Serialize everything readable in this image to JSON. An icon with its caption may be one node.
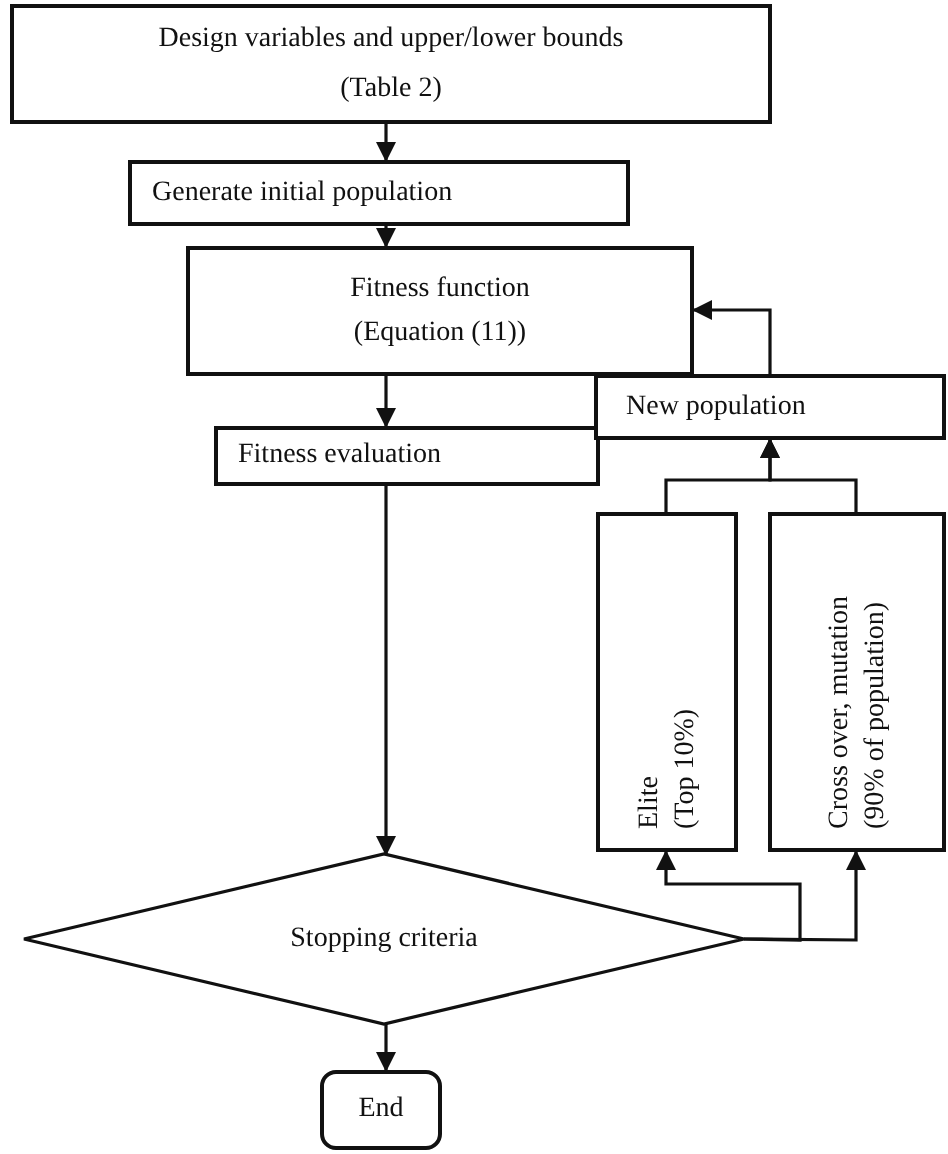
{
  "diagram": {
    "nodes": [
      {
        "text": [
          "Design variables and upper/lower bounds",
          "(Table 2)"
        ]
      },
      {
        "text": [
          "Generate initial population"
        ]
      },
      {
        "text": [
          "Fitness function",
          "(Equation (11))"
        ]
      },
      {
        "text": [
          "Fitness evaluation"
        ]
      },
      {
        "text": [
          "New population"
        ]
      },
      {
        "text": [
          "Elite",
          "(Top 10%)"
        ]
      },
      {
        "text": [
          "Cross over, mutation",
          "(90% of population)"
        ]
      },
      {
        "text": [
          "Stopping criteria"
        ]
      },
      {
        "text": [
          "End"
        ]
      }
    ],
    "edges": [
      {
        "from": 0,
        "to": 1,
        "arrow": "to"
      },
      {
        "from": 1,
        "to": 2,
        "arrow": "to"
      },
      {
        "from": 2,
        "to": 3,
        "arrow": "to"
      },
      {
        "from": 3,
        "to": 7,
        "arrow": "to"
      },
      {
        "from": 7,
        "to": 8,
        "arrow": "to"
      },
      {
        "from": 7,
        "to": 5,
        "arrow": "to"
      },
      {
        "from": 7,
        "to": 6,
        "arrow": "to"
      },
      {
        "from": 5,
        "to": 4,
        "arrow": "to"
      },
      {
        "from": 6,
        "to": 4,
        "arrow": "to"
      },
      {
        "from": 4,
        "to": 2,
        "arrow": "to"
      }
    ]
  }
}
